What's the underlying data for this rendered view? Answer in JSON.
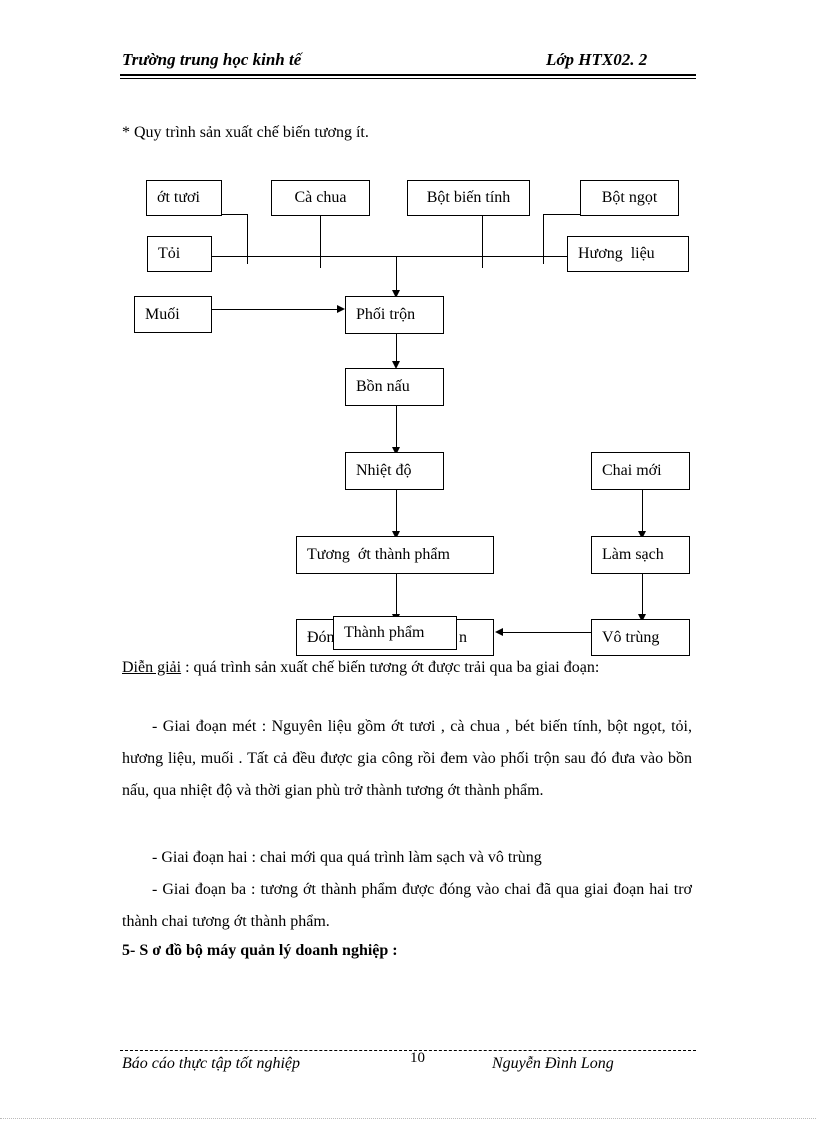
{
  "header": {
    "school": "Trường trung học kinh tế",
    "class_name": "Lớp HTX02. 2"
  },
  "section_title": "* Quy trình sản xuất chế biến tương ít.",
  "diagram": {
    "ot_tuoi": "ớt tươi",
    "ca_chua": "Cà chua",
    "bot_bien_tinh": "Bột biến tính",
    "bot_ngot": "Bột ngọt",
    "toi": "Tỏi",
    "huong_lieu": "Hương  liệu",
    "muoi": "Muối",
    "phoi_tron": "Phối trộn",
    "bon_nau": "Bồn nấu",
    "nhiet_do": "Nhiệt độ",
    "chai_moi": "Chai mới",
    "tuong_ot_thanh_pham": "Tương  ớt thành phẩm",
    "lam_sach": "Làm sạch",
    "dong_chai_hidden_left": "Đón",
    "dong_chai_hidden_right": "n",
    "thanh_pham": "Thành phẩm",
    "vo_trung": "Vô trùng"
  },
  "explanation": {
    "label": "Diễn giải",
    "intro": " : quá trình sản xuất chế biến tương ớt được trải  qua ba giai đoạn:",
    "stage1": "- Giai  đoạn mét : Nguyên liệu  gồm ớt tươi , cà chua , bét biến tính, bột ngọt, tỏi, hương liệu,  muối . Tất cả đều được gia  công rồi đem vào phối trộn sau đó đưa vào bồn nấu, qua nhiệt  độ và thời gian phù trở thành tương ớt thành phẩm.",
    "stage2": "- Giai  đoạn hai : chai mới qua quá trình làm  sạch và vô trùng",
    "stage3": "- Giai  đoạn ba :   tương ớt thành phẩm được đóng vào chai đã qua giai đoạn hai trơ thành  chai tương ớt thành phẩm."
  },
  "next_section": "5- S ơ đồ bộ máy quản lý doanh nghiệp :",
  "footer": {
    "report": "Báo cáo thực tập tốt nghiệp",
    "page_number": "10",
    "author": "Nguyễn Đình Long"
  }
}
